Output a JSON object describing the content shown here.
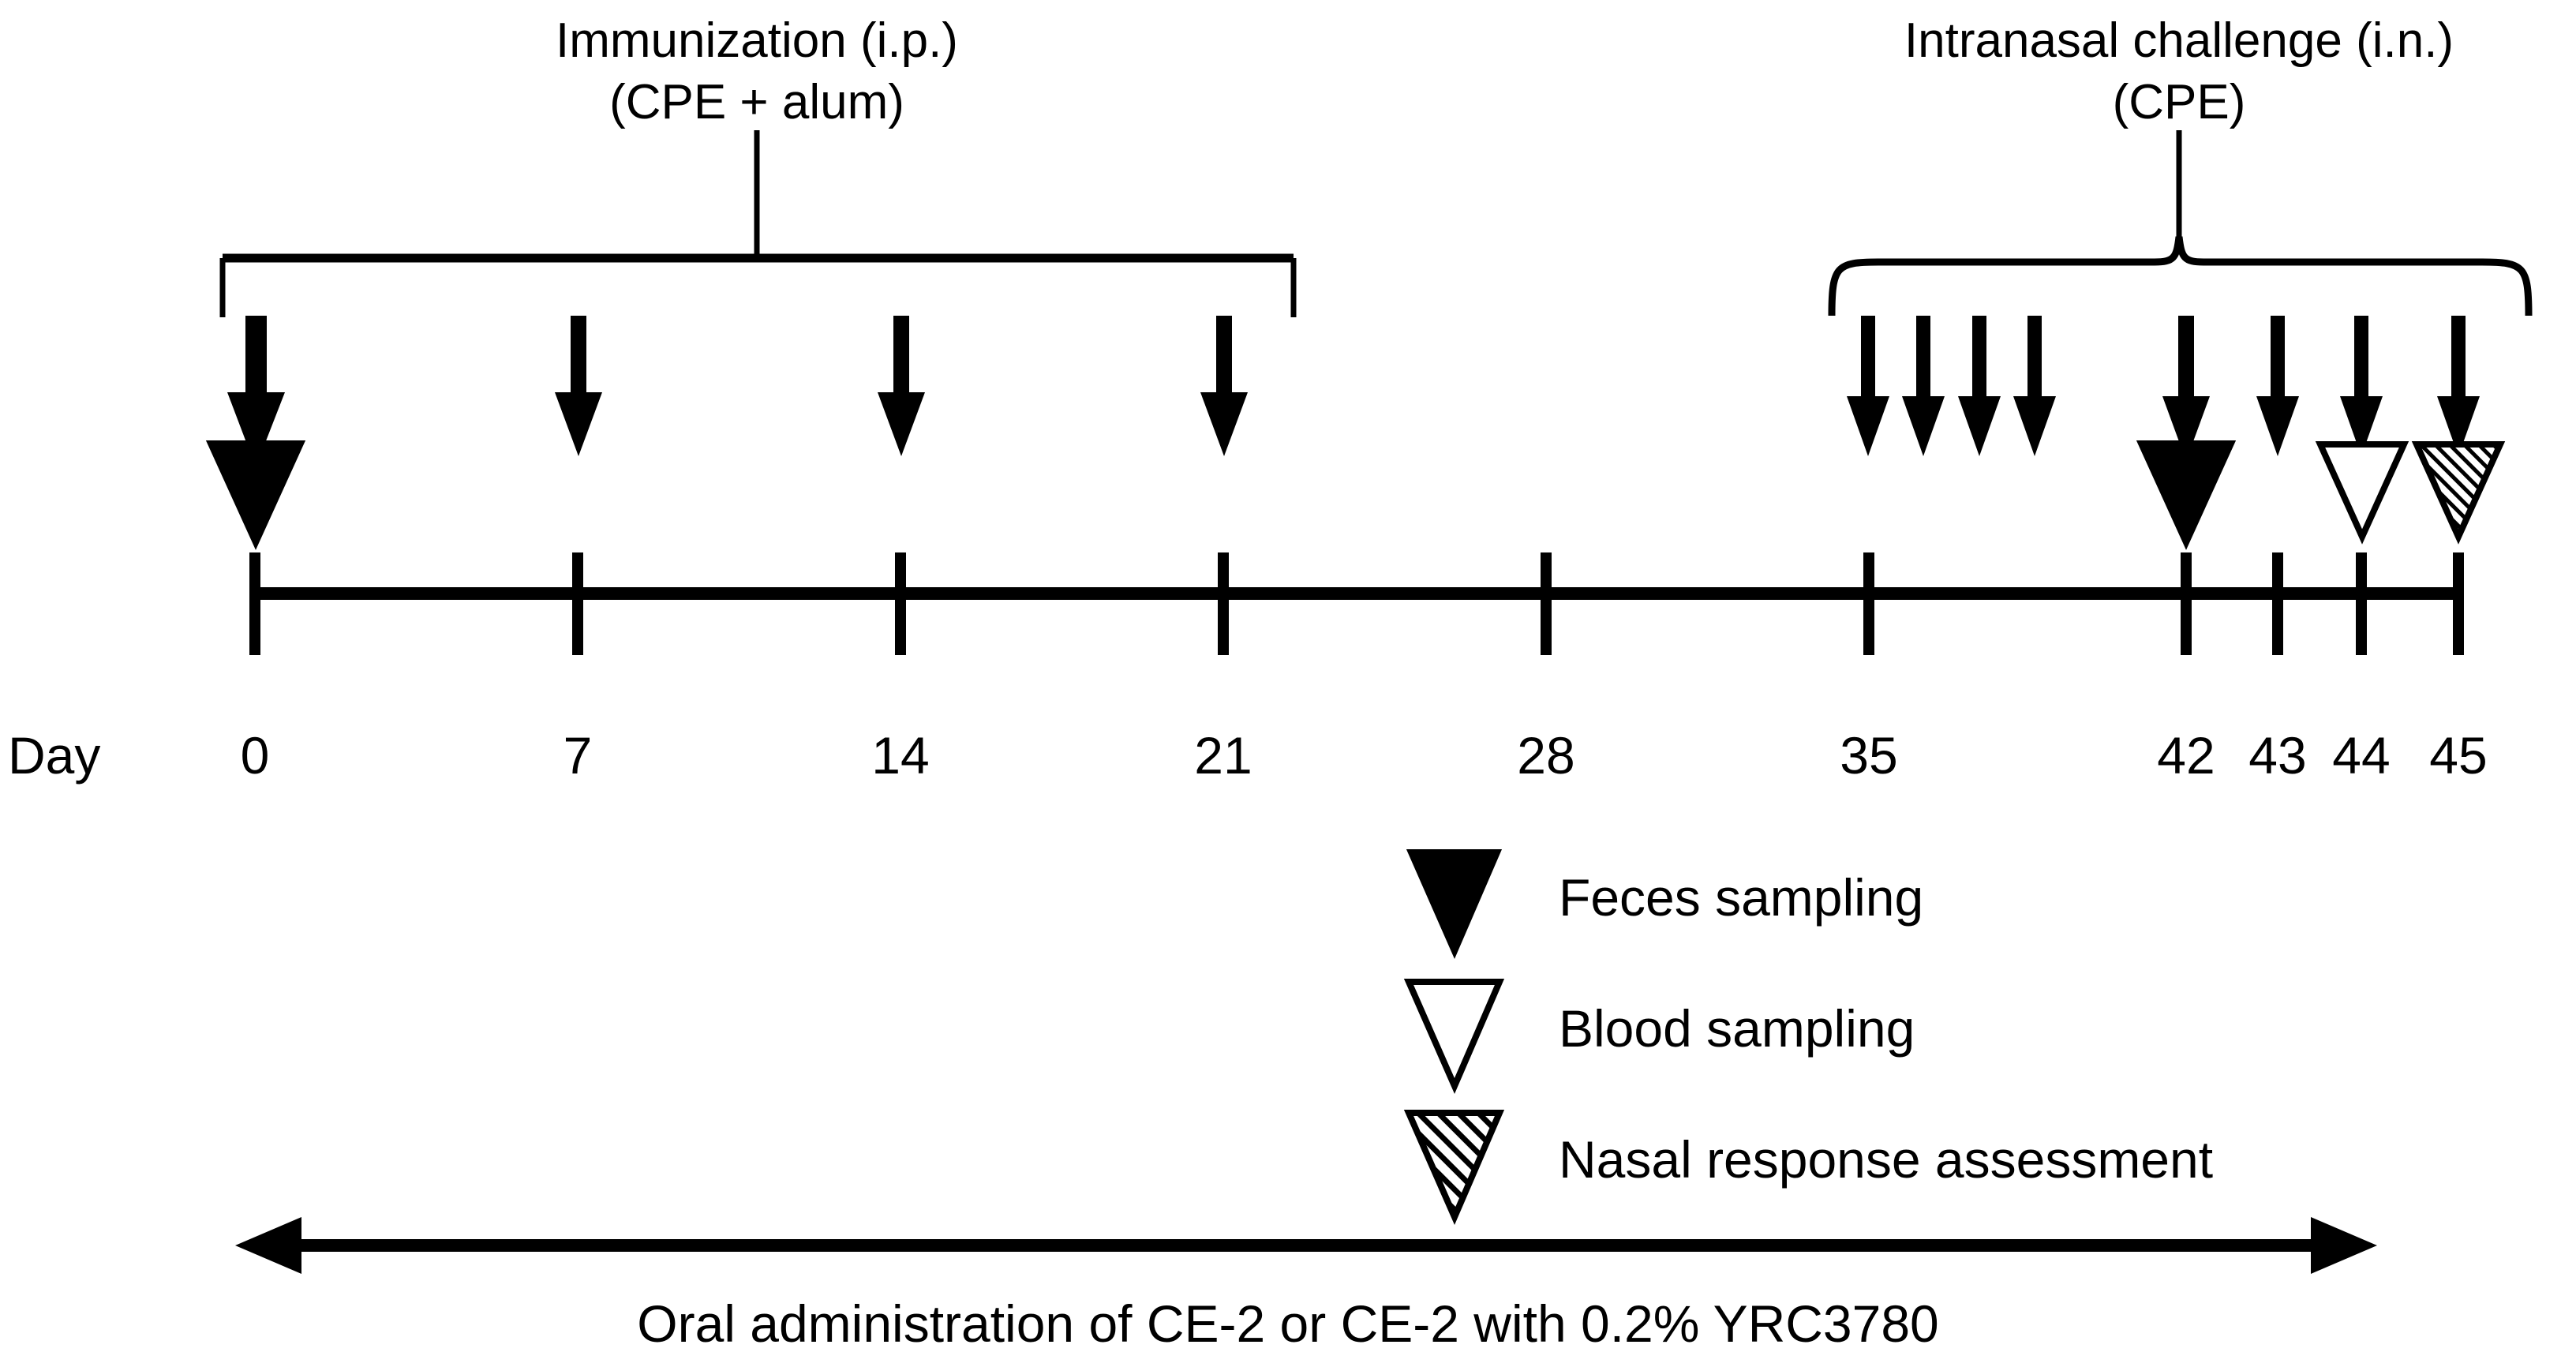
{
  "figure": {
    "type": "experimental-timeline",
    "background_color": "#ffffff",
    "ink_color": "#000000"
  },
  "groups": [
    {
      "id": "immunization",
      "title_line1": "Immunization (i.p.)",
      "title_line2": "(CPE + alum)",
      "bracket_style": "square",
      "days": [
        0,
        7,
        14,
        21
      ],
      "arrow_count": 4
    },
    {
      "id": "intranasal-challenge",
      "title_line1": "Intranasal challenge (i.n.)",
      "title_line2": "(CPE)",
      "bracket_style": "curly",
      "days": [
        35,
        36,
        37,
        38,
        42,
        43,
        44,
        45
      ],
      "arrow_count": 8
    }
  ],
  "axis": {
    "label": "Day",
    "ticks": [
      {
        "day": 0,
        "label": "0"
      },
      {
        "day": 7,
        "label": "7"
      },
      {
        "day": 14,
        "label": "14"
      },
      {
        "day": 21,
        "label": "21"
      },
      {
        "day": 28,
        "label": "28"
      },
      {
        "day": 35,
        "label": "35"
      },
      {
        "day": 42,
        "label": "42"
      },
      {
        "day": 43,
        "label": "43"
      },
      {
        "day": 44,
        "label": "44"
      },
      {
        "day": 45,
        "label": "45"
      }
    ]
  },
  "markers": [
    {
      "type": "feces",
      "day": 0,
      "size": "large"
    },
    {
      "type": "feces",
      "day": 42,
      "size": "large"
    },
    {
      "type": "blood",
      "day": 44,
      "size": "small"
    },
    {
      "type": "nasal",
      "day": 45,
      "size": "small"
    }
  ],
  "legend": [
    {
      "icon": "filled-down-triangle-icon",
      "label": "Feces sampling"
    },
    {
      "icon": "open-down-triangle-icon",
      "label": "Blood sampling"
    },
    {
      "icon": "hatched-down-triangle-icon",
      "label": "Nasal response assessment"
    }
  ],
  "treatment": {
    "arrow": "double-headed-horizontal-arrow-icon",
    "label": "Oral administration of CE-2 or CE-2 with 0.2% YRC3780"
  },
  "chart_data": {
    "type": "table",
    "title": "Experimental schedule",
    "xlabel": "Day",
    "x": [
      0,
      7,
      14,
      21,
      28,
      35,
      42,
      43,
      44,
      45
    ],
    "series": [
      {
        "name": "Immunization (i.p.) (CPE + alum)",
        "days": [
          0,
          7,
          14,
          21
        ]
      },
      {
        "name": "Intranasal challenge (i.n.) (CPE)",
        "days": [
          35,
          36,
          37,
          38,
          42,
          43,
          44,
          45
        ]
      },
      {
        "name": "Feces sampling",
        "days": [
          0,
          42
        ]
      },
      {
        "name": "Blood sampling",
        "days": [
          44
        ]
      },
      {
        "name": "Nasal response assessment",
        "days": [
          45
        ]
      },
      {
        "name": "Oral administration of CE-2 or CE-2 with 0.2% YRC3780",
        "days": [
          0,
          45
        ]
      }
    ]
  }
}
